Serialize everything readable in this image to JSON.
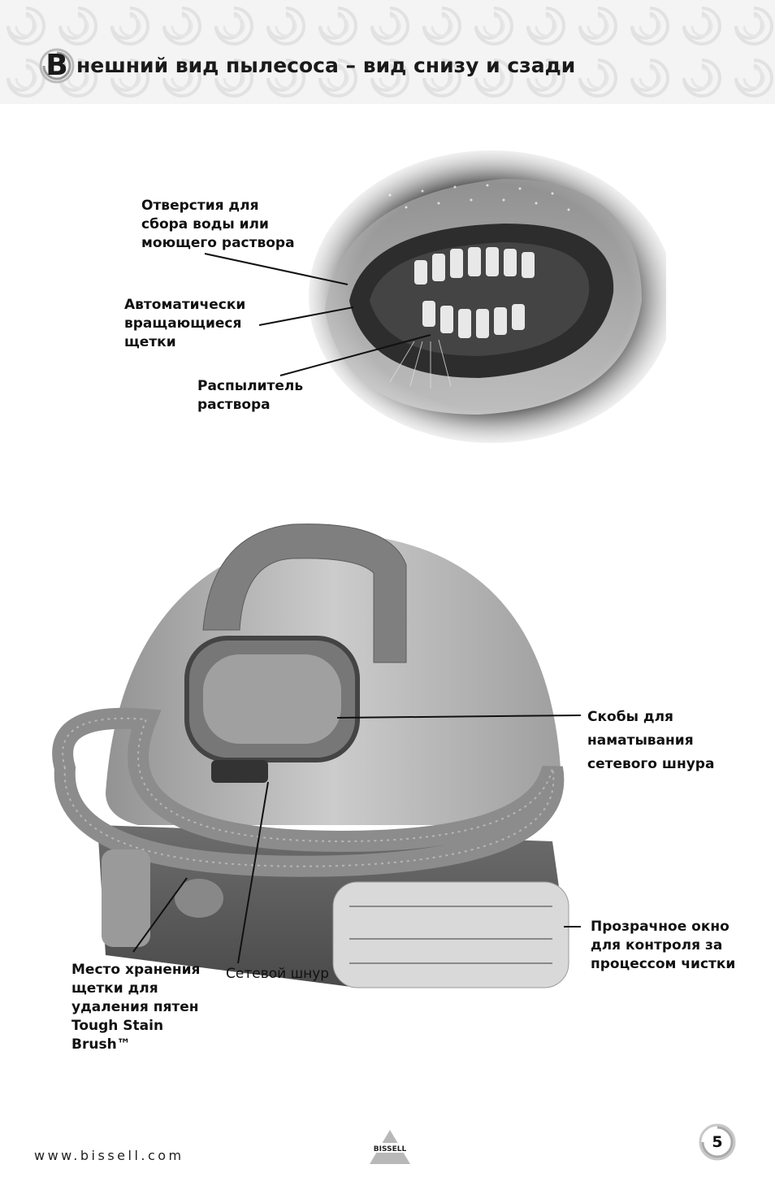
{
  "header": {
    "title_initial": "В",
    "title_rest": "нешний вид пылесоса – вид снизу и сзади"
  },
  "bottom_view_labels": {
    "suction_holes": [
      "Отверстия для",
      "сбора  воды или",
      "моющего раствора"
    ],
    "rotating_brushes": [
      "Автоматически",
      "вращающиеся",
      "щетки"
    ],
    "sprayer": [
      "Распылитель",
      "раствора"
    ]
  },
  "rear_view_labels": {
    "cord_hooks": [
      "Скобы для",
      "наматывания",
      "сетевого шнура"
    ],
    "clear_window": [
      "Прозрачное окно",
      "для контроля за",
      "процессом чистки"
    ],
    "brush_storage": [
      "Место хранения",
      "щетки для",
      "удаления пятен",
      "Tough Stain",
      "Brush™"
    ],
    "power_cord": "Сетевой шнур"
  },
  "footer": {
    "url": "www.bissell.com",
    "logo_text": "BISSELL®",
    "page_number": "5"
  }
}
